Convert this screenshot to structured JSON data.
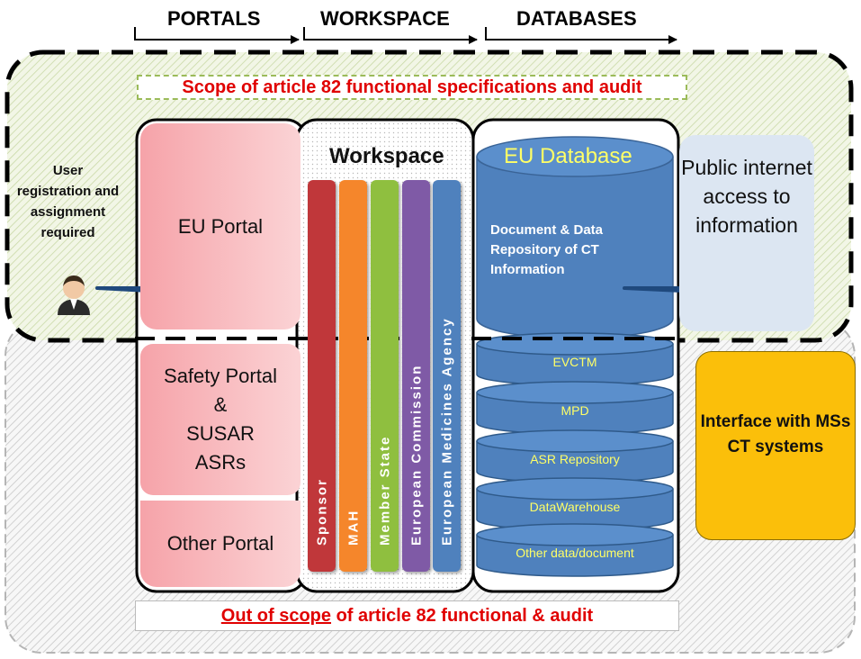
{
  "headers": {
    "portals": "PORTALS",
    "workspace": "WORKSPACE",
    "databases": "DATABASES"
  },
  "scope": {
    "in_scope": "Scope of article 82 functional specifications and audit",
    "out_scope_underlined": "Out of scope",
    "out_scope_rest": " of article 82 functional & audit"
  },
  "user": {
    "text": "User registration and assignment required"
  },
  "portals": {
    "eu_portal": "EU Portal",
    "safety_portal": [
      "Safety Portal",
      "&",
      "SUSAR",
      "ASRs"
    ],
    "other_portal": "Other Portal"
  },
  "workspace": {
    "title": "Workspace",
    "bars": [
      {
        "label": "Sponsor",
        "color": "#c0373a"
      },
      {
        "label": "MAH",
        "color": "#f5862b"
      },
      {
        "label": "Member State",
        "color": "#8fbf3f"
      },
      {
        "label": "European Commission",
        "color": "#7f5aa6"
      },
      {
        "label": "European Medicines Agency",
        "color": "#4f81bd"
      }
    ]
  },
  "database": {
    "title": "EU Database",
    "description": "Document & Data Repository of CT Information",
    "stacks": [
      "EVCTM",
      "MPD",
      "ASR Repository",
      "DataWarehouse",
      "Other data/document"
    ],
    "color": "#4f81bd",
    "label_color": "#ffff66"
  },
  "public_access": {
    "text": "Public internet access to information"
  },
  "interface": {
    "text": "Interface with MSs CT systems",
    "color": "#fbbf0a"
  }
}
